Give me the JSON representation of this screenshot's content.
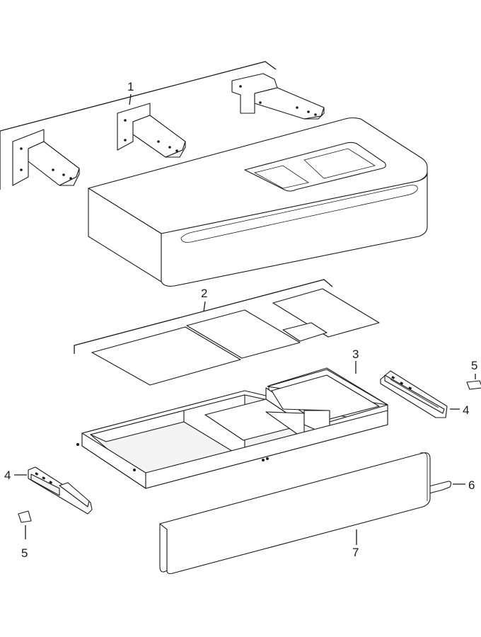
{
  "callouts": {
    "c1": "1",
    "c2": "2",
    "c3": "3",
    "c4a": "4",
    "c4b": "4",
    "c5a": "5",
    "c5b": "5",
    "c6": "6",
    "c7": "7"
  }
}
